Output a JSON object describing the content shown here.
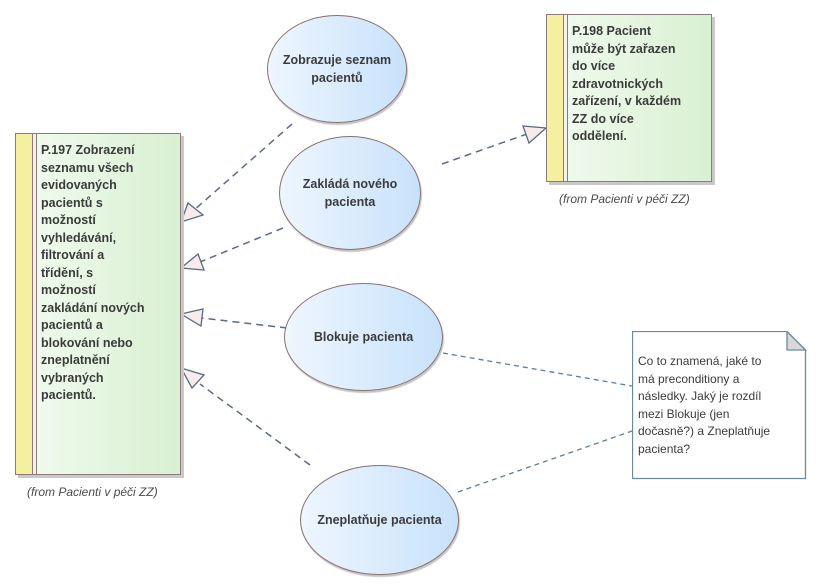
{
  "diagram": {
    "type": "use-case-diagram",
    "requirements": [
      {
        "id": "P.197",
        "text": "P.197  Zobrazení\nseznamu všech\nevidovaných\npacientů s\nmožností\nvyhledávání,\nfiltrování a\ntřídění, s\nmožností\nzakládání nových\npacientů a\nblokování nebo\nzneplatnění\nvybraných\npacientů.",
        "from_label": "(from Pacienti v péči ZZ)"
      },
      {
        "id": "P.198",
        "text": "P.198  Pacient\nmůže být zařazen\ndo více\nzdravotnických\nzařízení, v každém\nZZ do více\noddělení.",
        "from_label": "(from Pacienti v péči ZZ)"
      }
    ],
    "use_cases": [
      {
        "id": "uc1",
        "label": "Zobrazuje seznam\npacientů"
      },
      {
        "id": "uc2",
        "label": "Zakládá nového\npacienta"
      },
      {
        "id": "uc3",
        "label": "Blokuje pacienta"
      },
      {
        "id": "uc4",
        "label": "Zneplatňuje pacienta"
      }
    ],
    "note": {
      "text": "Co to znamená, jaké to\nmá preconditiony a\nnásledky. Jaký je rozdíl\nmezi Blokuje (jen\ndočasně?) a Zneplatňuje\npacienta?"
    },
    "connectors": [
      {
        "from": "uc1",
        "to": "P.197",
        "kind": "realization"
      },
      {
        "from": "uc2",
        "to": "P.197",
        "kind": "realization"
      },
      {
        "from": "uc3",
        "to": "P.197",
        "kind": "realization"
      },
      {
        "from": "uc4",
        "to": "P.197",
        "kind": "realization"
      },
      {
        "from": "uc2",
        "to": "P.198",
        "kind": "realization"
      },
      {
        "from": "uc3",
        "to": "note",
        "kind": "note-link"
      },
      {
        "from": "uc4",
        "to": "note",
        "kind": "note-link"
      }
    ],
    "colors": {
      "connector": "#5a6a8a",
      "note_link": "#5d7f96",
      "arrowhead_fill": "#f8ece8",
      "requirement_stripe": "#f4f0a0",
      "use_case_fill": "#d6e9fc"
    }
  }
}
